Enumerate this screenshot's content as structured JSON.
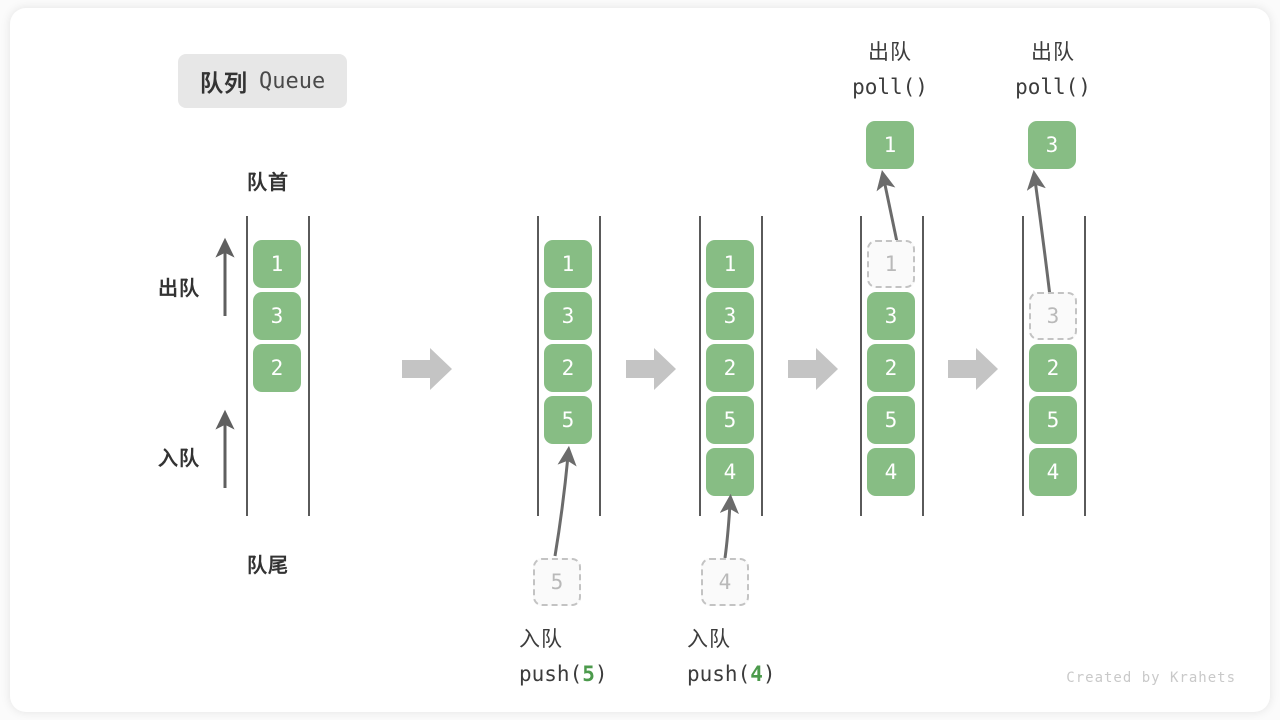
{
  "title": {
    "cn": "队列",
    "en": "Queue"
  },
  "labels": {
    "head": "队首",
    "tail": "队尾",
    "dequeue": "出队",
    "enqueue": "入队"
  },
  "colors": {
    "element_green": "#87bd84",
    "ghost_border": "#c3c3c3",
    "ghost_text": "#b9b9b9",
    "rail": "#5a5a5a",
    "arrow_gray": "#6b6b6b",
    "step_arrow": "#c4c4c4",
    "badge_bg": "#e7e7e7",
    "text_dark": "#333333"
  },
  "panels": [
    {
      "id": "panel-initial",
      "cells": [
        {
          "value": "1",
          "state": "solid"
        },
        {
          "value": "3",
          "state": "solid"
        },
        {
          "value": "2",
          "state": "solid"
        }
      ]
    },
    {
      "id": "panel-push-5",
      "cells": [
        {
          "value": "1",
          "state": "solid"
        },
        {
          "value": "3",
          "state": "solid"
        },
        {
          "value": "2",
          "state": "solid"
        },
        {
          "value": "5",
          "state": "solid"
        }
      ]
    },
    {
      "id": "panel-push-4",
      "cells": [
        {
          "value": "1",
          "state": "solid"
        },
        {
          "value": "3",
          "state": "solid"
        },
        {
          "value": "2",
          "state": "solid"
        },
        {
          "value": "5",
          "state": "solid"
        },
        {
          "value": "4",
          "state": "solid"
        }
      ]
    },
    {
      "id": "panel-poll-1",
      "cells": [
        {
          "value": "1",
          "state": "ghost"
        },
        {
          "value": "3",
          "state": "solid"
        },
        {
          "value": "2",
          "state": "solid"
        },
        {
          "value": "5",
          "state": "solid"
        },
        {
          "value": "4",
          "state": "solid"
        }
      ]
    },
    {
      "id": "panel-poll-3",
      "cells": [
        {
          "value": "3",
          "state": "ghost"
        },
        {
          "value": "2",
          "state": "solid"
        },
        {
          "value": "5",
          "state": "solid"
        },
        {
          "value": "4",
          "state": "solid"
        }
      ]
    }
  ],
  "operations": {
    "push_5": {
      "ghost_value": "5",
      "line1": "入队",
      "call_prefix": "push(",
      "call_value": "5",
      "call_suffix": ")"
    },
    "push_4": {
      "ghost_value": "4",
      "line1": "入队",
      "call_prefix": "push(",
      "call_value": "4",
      "call_suffix": ")"
    },
    "poll_1": {
      "line1": "出队",
      "call": "poll()",
      "popped_value": "1"
    },
    "poll_3": {
      "line1": "出队",
      "call": "poll()",
      "popped_value": "3"
    }
  },
  "watermark": "Created by Krahets"
}
